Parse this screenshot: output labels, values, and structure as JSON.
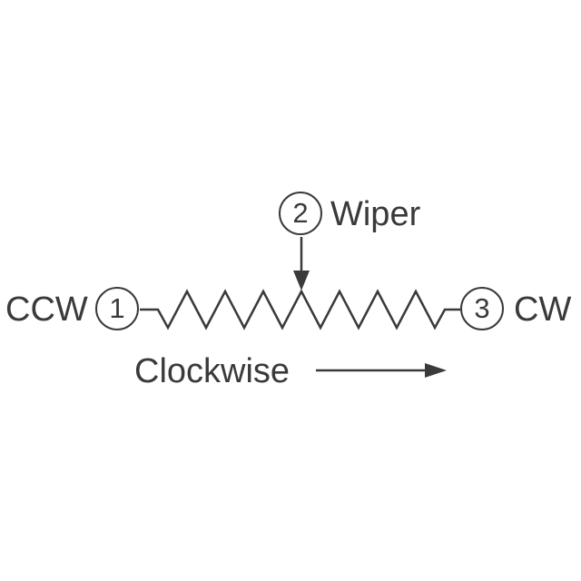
{
  "diagram": {
    "type": "potentiometer-schematic",
    "terminals": [
      {
        "number": "1",
        "label": "CCW",
        "position": "left"
      },
      {
        "number": "2",
        "label": "Wiper",
        "position": "top-center"
      },
      {
        "number": "3",
        "label": "CW",
        "position": "right"
      }
    ],
    "rotation_label": "Clockwise",
    "colors": {
      "line": "#3a3a3a",
      "background": "#ffffff"
    }
  }
}
